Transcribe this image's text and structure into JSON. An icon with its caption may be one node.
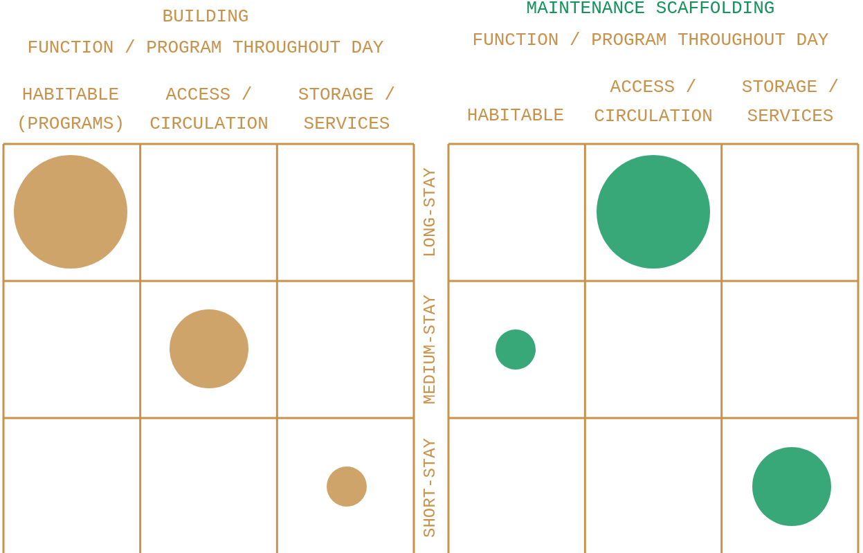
{
  "diagram": {
    "nodes": [
      {
        "text": [],
        "shape": "circle"
      },
      {
        "text": [],
        "shape": "circle"
      },
      {
        "text": [],
        "shape": "circle"
      },
      {
        "text": [],
        "shape": "circle"
      },
      {
        "text": [],
        "shape": "circle"
      },
      {
        "text": [],
        "shape": "circle"
      }
    ],
    "labels": [
      "BUILDING",
      "MAINTENANCE SCAFFOLDING",
      "FUNCTION / PROGRAM THROUGHOUT DAY",
      "FUNCTION / PROGRAM THROUGHOUT DAY",
      "HABITABLE (PROGRAMS)",
      "ACCESS / CIRCULATION",
      "STORAGE / SERVICES",
      "ACCESS / CIRCULATION",
      "STORAGE / SERVICES",
      "HABITABLE",
      "LONG-STAY",
      "MEDIUM-STAY",
      "SHORT-STAY"
    ]
  }
}
